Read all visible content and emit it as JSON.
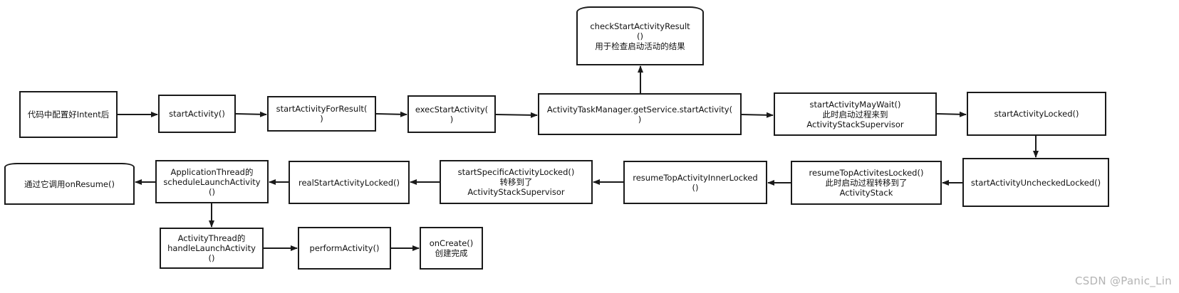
{
  "nodes": [
    {
      "id": "n1",
      "text": "代码中配置好Intent后"
    },
    {
      "id": "n2",
      "text": "startActivity()"
    },
    {
      "id": "n3",
      "text": "startActivityForResult(\n)"
    },
    {
      "id": "n4",
      "text": "execStartActivity(\n)"
    },
    {
      "id": "n5",
      "text": "ActivityTaskManager.getService.startActivity(\n)"
    },
    {
      "id": "n6",
      "text": "checkStartActivityResult\n()\n用于检查启动活动的结果"
    },
    {
      "id": "n7",
      "text": "startActivityMayWait()\n此时启动过程来到\nActivityStackSupervisor"
    },
    {
      "id": "n8",
      "text": "startActivityLocked()"
    },
    {
      "id": "n9",
      "text": "startActivityUncheckedLocked()"
    },
    {
      "id": "n10",
      "text": "resumeTopActivitesLocked()\n此时启动过程转移到了\nActivityStack"
    },
    {
      "id": "n11",
      "text": "resumeTopActivityInnerLocked\n()"
    },
    {
      "id": "n12",
      "text": "startSpecificActivityLocked()\n转移到了\nActivityStackSupervisor"
    },
    {
      "id": "n13",
      "text": "realStartActivityLocked()"
    },
    {
      "id": "n14",
      "text": "ApplicationThread的\nscheduleLaunchActivity\n()"
    },
    {
      "id": "n15",
      "text": "通过它调用onResume()"
    },
    {
      "id": "n16",
      "text": "ActivityThread的\nhandleLaunchActivity\n()"
    },
    {
      "id": "n17",
      "text": "performActivity()"
    },
    {
      "id": "n18",
      "text": "onCreate()\n创建完成"
    }
  ],
  "edges": [
    [
      "n1",
      "n2"
    ],
    [
      "n2",
      "n3"
    ],
    [
      "n3",
      "n4"
    ],
    [
      "n4",
      "n5"
    ],
    [
      "n5",
      "n6"
    ],
    [
      "n5",
      "n7"
    ],
    [
      "n7",
      "n8"
    ],
    [
      "n8",
      "n9"
    ],
    [
      "n9",
      "n10"
    ],
    [
      "n10",
      "n11"
    ],
    [
      "n11",
      "n12"
    ],
    [
      "n12",
      "n13"
    ],
    [
      "n13",
      "n14"
    ],
    [
      "n14",
      "n15"
    ],
    [
      "n14",
      "n16"
    ],
    [
      "n16",
      "n17"
    ],
    [
      "n17",
      "n18"
    ]
  ],
  "watermark": "CSDN @Panic_Lin"
}
